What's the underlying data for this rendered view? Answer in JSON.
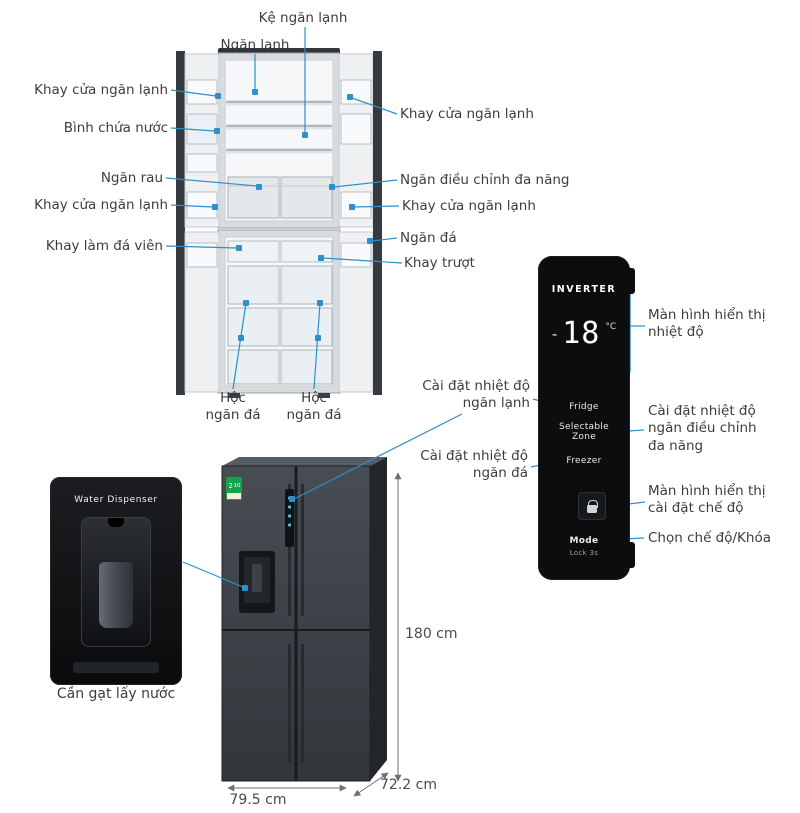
{
  "accent": "#2e8fc9",
  "open_fridge": {
    "top_labels": [
      {
        "text": "Kệ ngăn lạnh"
      },
      {
        "text": "Ngăn lạnh"
      }
    ],
    "left_labels": [
      {
        "text": "Khay cửa ngăn lạnh"
      },
      {
        "text": "Bình chứa nước"
      },
      {
        "text": "Ngăn rau"
      },
      {
        "text": "Khay cửa ngăn lạnh"
      },
      {
        "text": "Khay làm đá viên"
      }
    ],
    "right_labels": [
      {
        "text": "Khay cửa ngăn lạnh"
      },
      {
        "text": "Ngăn điều chỉnh đa năng"
      },
      {
        "text": "Khay cửa ngăn lạnh"
      },
      {
        "text": "Ngăn đá"
      },
      {
        "text": "Khay trượt"
      }
    ],
    "bottom_labels": [
      {
        "text": "Hộc ngăn đá"
      },
      {
        "text": "Hộc ngăn đá"
      }
    ]
  },
  "control_panel": {
    "brand": "INVERTER",
    "temp_sign": "-",
    "temp_value": "18",
    "temp_unit": "°C",
    "btn_fridge": "Fridge",
    "btn_selectable_zone": "Selectable Zone",
    "btn_freezer": "Freezer",
    "btn_mode": "Mode",
    "btn_lock": "Lock 3s",
    "callout_display_temp": "Màn hình hiển thị nhiệt độ",
    "callout_set_fridge": "Cài đặt nhiệt độ ngăn lạnh",
    "callout_set_multi_zone": "Cài đặt nhiệt độ ngăn điều chỉnh đa năng",
    "callout_set_freezer": "Cài đặt nhiệt độ ngăn đá",
    "callout_display_mode": "Màn hình hiển thị cài đặt chế độ",
    "callout_mode_lock": "Chọn chế độ/Khóa"
  },
  "water_dispenser": {
    "title": "Water Dispenser",
    "caption": "Cần gạt lấy nước"
  },
  "dimensions": {
    "height": "180 cm",
    "width": "79.5 cm",
    "depth": "72.2 cm"
  },
  "energy_label": {
    "line1": "2",
    "line2": "10"
  }
}
